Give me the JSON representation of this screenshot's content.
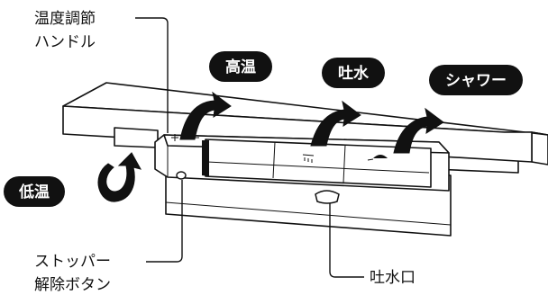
{
  "labels": {
    "temp_handle": [
      "温度調節",
      "ハンドル"
    ],
    "stopper": [
      "ストッパー",
      "解除ボタン"
    ],
    "spout": "吐水口"
  },
  "badges": {
    "hot": "高温",
    "spout_water": "吐水",
    "shower": "シャワー",
    "cold": "低温"
  },
  "colors": {
    "badge_fill": "#111111",
    "badge_text": "#ffffff",
    "line": "#111111",
    "panel": "#ffffff"
  },
  "icons": [
    "curved-arrow-up-icon",
    "curved-arrow-rotate-icon",
    "spout-icon",
    "shower-head-icon"
  ]
}
